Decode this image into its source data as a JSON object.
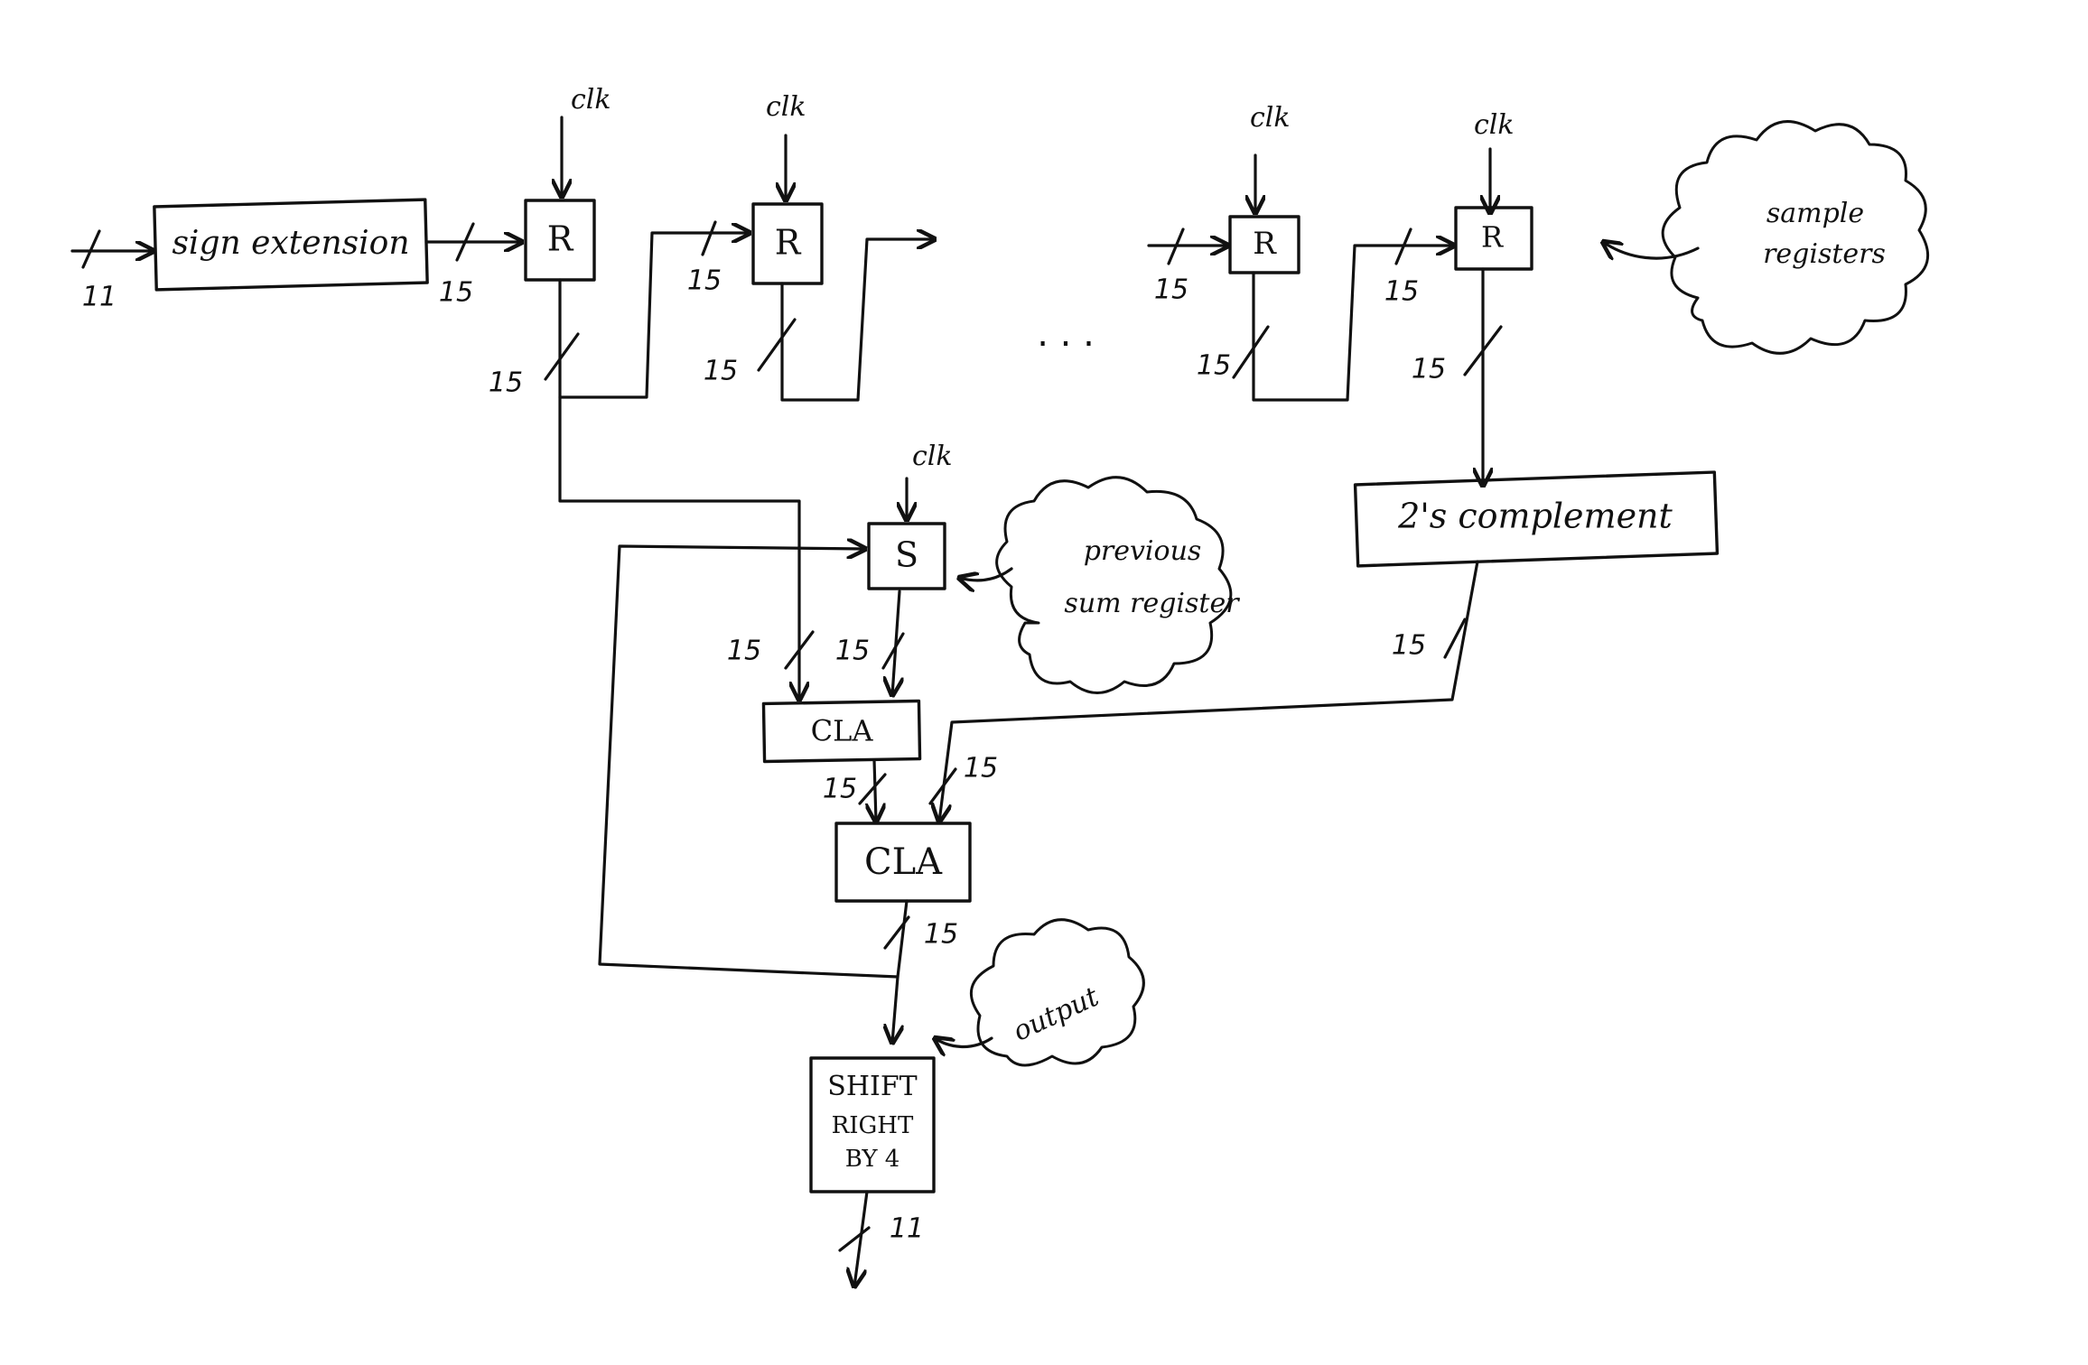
{
  "blocks": {
    "sign_extension": "sign extension",
    "register": "R",
    "sum_register": "S",
    "twos_complement": "2's  complement",
    "cla": "CLA",
    "shift_right": [
      "SHIFT",
      "RIGHT",
      "BY 4"
    ]
  },
  "clock_label": "clk",
  "bus_widths": {
    "input": "11",
    "extended": "15",
    "output": "11"
  },
  "notes": {
    "sample_registers": [
      "sample",
      "registers"
    ],
    "previous_sum_register": [
      "previous",
      "sum register"
    ],
    "output": "output"
  },
  "ellipsis": ". . ."
}
